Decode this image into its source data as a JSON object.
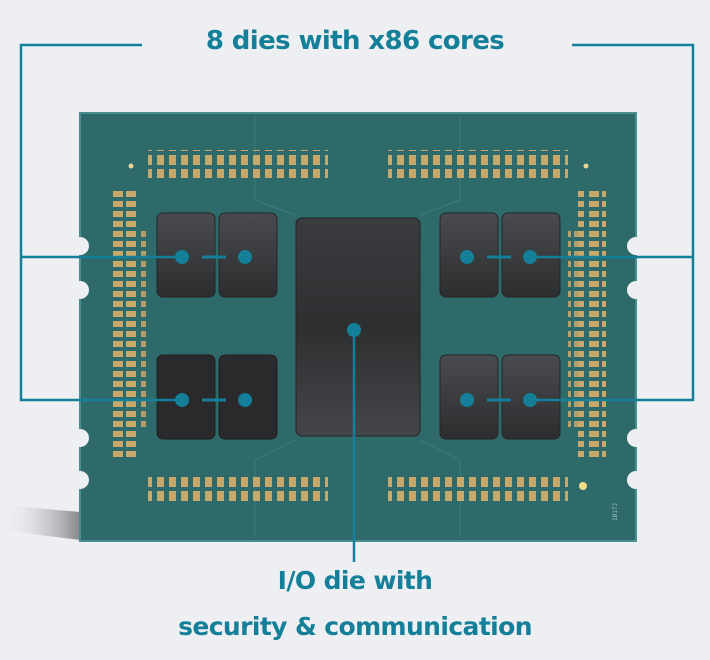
{
  "diagram": {
    "top_label": "8 dies with x86 cores",
    "bottom_label_line1": "I/O die with",
    "bottom_label_line2": "security & communication",
    "package_marking": "1017J"
  },
  "colors": {
    "background": "#eeeff2",
    "accent": "#137f99",
    "substrate": "#2f6a6b",
    "substrate_edge": "#245556",
    "die": "#3a3b3d",
    "io_die": "#323335",
    "contact_pads": "#c9a86a"
  }
}
